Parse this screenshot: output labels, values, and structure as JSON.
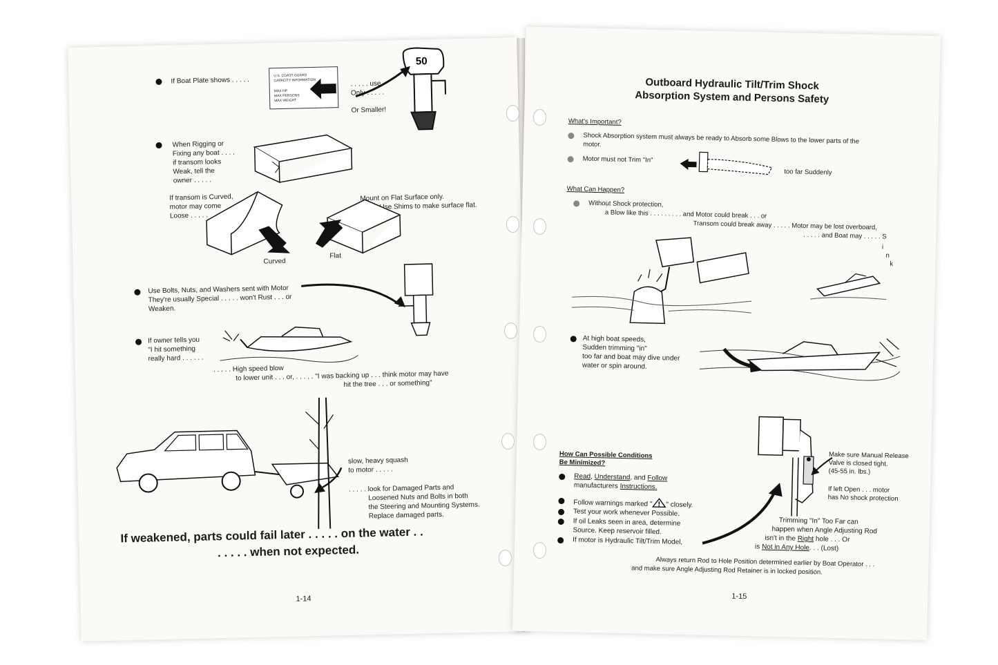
{
  "left": {
    "page_number": "1-14",
    "boat_plate": {
      "bullet": "If Boat Plate shows . . . . .",
      "plate_line1": "U.S. COAST GUARD",
      "plate_line2": "CAPACITY INFORMATION",
      "plate_line3": "MAX HP",
      "plate_line4": "MAX PERSONS",
      "plate_line5": "MAX WEIGHT",
      "use_line1": ". . . . . use",
      "use_line2": "Only . . . . .",
      "or_smaller": "Or Smaller!",
      "motor_number": "50"
    },
    "rigging": {
      "line1": "When Rigging or",
      "line2": "Fixing any boat . . . .",
      "line3": "if transom looks",
      "line4": "Weak, tell the",
      "line5": "owner . . . . ."
    },
    "curved": {
      "line1": "If transom is Curved,",
      "line2": "motor may come",
      "line3": "Loose . . . . .",
      "label": "Curved"
    },
    "flat": {
      "line1": "Mount on Flat Surface only.",
      "line2": ". . . . . Use Shims to make surface flat.",
      "label": "Flat"
    },
    "bolts": {
      "line1": "Use Bolts, Nuts, and Washers sent with Motor",
      "line2": "They're usually Special . . . . . won't Rust . . . or",
      "line3": "Weaken."
    },
    "owner": {
      "line1": "If owner tells you",
      "line2": "\"I hit something",
      "line3": "really hard . . . . . .",
      "blow1": ". . . . . High speed blow",
      "blow2": "to lower unit . . . or, . . . . . \"I was backing up . . . think motor may have",
      "blow3": "hit the tree . . . or something\""
    },
    "squash": {
      "line1": "slow, heavy squash",
      "line2": "to motor . . . . ."
    },
    "damaged": {
      "line1": ". . . . . look for Damaged Parts and",
      "line2": "Loosened Nuts and Bolts in both",
      "line3": "the Steering and Mounting Systems.",
      "line4": "Replace damaged parts."
    },
    "warning_line1": "If weakened, parts could fail later . . . . . on the water . .",
    "warning_line2": ". . . . . when not expected."
  },
  "right": {
    "page_number": "1-15",
    "title_line1": "Outboard Hydraulic Tilt/Trim Shock",
    "title_line2": "Absorption System and Persons Safety",
    "important": {
      "heading": "What's Important?",
      "item1": "Shock Absorption system must always be ready to Absorb some Blows to the lower parts of the",
      "item1b": "motor.",
      "item2": "Motor must not Trim \"In\"",
      "item2b": "too far Suddenly"
    },
    "happen": {
      "heading": "What Can Happen?",
      "line1": "Without Shock protection,",
      "line2": "a Blow like this . . . . . . . . . and Motor could break . . . or",
      "line3": "Transom could break away . . . . . Motor may be lost overboard,",
      "line4": ". . . . . and Boat may . . . . . S",
      "sink_i": "i",
      "sink_n": "n",
      "sink_k": "k"
    },
    "speed": {
      "line1": "At high boat speeds,",
      "line2": "Sudden trimming \"in\"",
      "line3": "too far and boat may dive under",
      "line4": "water or spin around."
    },
    "minimized": {
      "heading1": "How Can Possible Conditions",
      "heading2": "Be Minimized?",
      "read": "Read",
      "comma1": ",",
      "understand": "Understand",
      "and": ", and",
      "follow": "Follow",
      "manufacturers": "manufacturers",
      "instructions": "Instructions.",
      "item2a": "Follow warnings marked \"",
      "item2b": "\" closely.",
      "item3": "Test your work whenever Possible.",
      "item4a": "If oil Leaks seen in area, determine",
      "item4b": "Source. Keep reservoir filled.",
      "item5": "If motor is Hydraulic Tilt/Trim Model,"
    },
    "valve": {
      "line1": "Make sure Manual Release",
      "line2": "Valve is closed tight.",
      "line3": "(45-55 in. lbs.)",
      "open1": "If left Open . . . motor",
      "open2": "has No shock protection"
    },
    "trimming": {
      "line1": "Trimming \"In\" Too Far can",
      "line2": "happen when Angle Adjusting Rod",
      "line3a": "isn't in the",
      "right": "Right",
      "line3b": "hole . . . Or",
      "line4a": "is",
      "not_any": "Not in Any Hole",
      "line4b": ". . . (Lost)"
    },
    "footer1": "Always return Rod to Hole Position determined earlier  by Boat Operator . . .",
    "footer2": "and make sure Angle Adjusting Rod Retainer is in locked position."
  },
  "colors": {
    "paper": "#fbfaf6",
    "ink": "#1a1a1a",
    "background": "#ffffff"
  }
}
